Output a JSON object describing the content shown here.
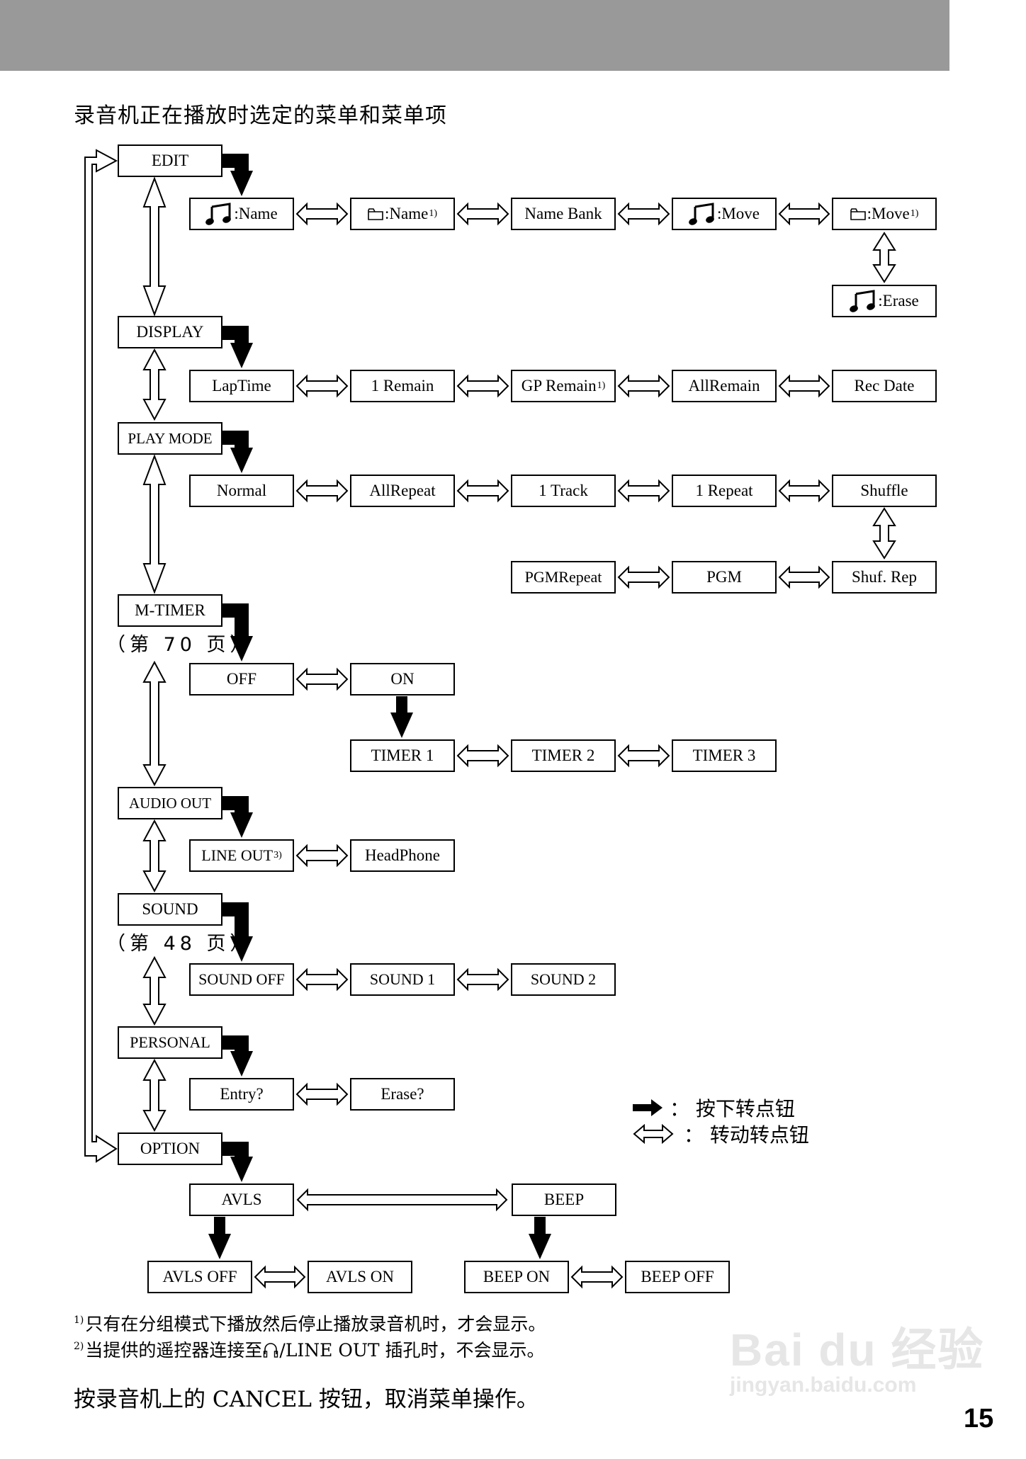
{
  "page": {
    "title": "录音机正在播放时选定的菜单和菜单项",
    "page_number": "15",
    "watermark": {
      "brand": "Bai du 经验",
      "url": "jingyan.baidu.com"
    }
  },
  "icons": {
    "music_note": "music-note-icon",
    "folder": "folder-icon",
    "press_arrow": "press-arrow-icon",
    "turn_arrow": "turn-double-arrow-icon",
    "headphone": "headphone-icon"
  },
  "menus": {
    "edit": {
      "label": "EDIT",
      "items": [
        {
          "label": ":Name",
          "icon": "music_note"
        },
        {
          "label": ":Name",
          "icon": "folder",
          "note": "1)"
        },
        {
          "label": "Name Bank"
        },
        {
          "label": ":Move",
          "icon": "music_note"
        },
        {
          "label": ":Move",
          "icon": "folder",
          "note": "1)"
        },
        {
          "label": ":Erase",
          "icon": "music_note"
        }
      ]
    },
    "display": {
      "label": "DISPLAY",
      "items": [
        {
          "label": "LapTime"
        },
        {
          "label": "1 Remain"
        },
        {
          "label": "GP Remain",
          "note": "1)"
        },
        {
          "label": "AllRemain"
        },
        {
          "label": "Rec Date"
        }
      ]
    },
    "play_mode": {
      "label": "PLAY MODE",
      "items": [
        {
          "label": "Normal"
        },
        {
          "label": "AllRepeat"
        },
        {
          "label": "1 Track"
        },
        {
          "label": "1 Repeat"
        },
        {
          "label": "Shuffle"
        },
        {
          "label": "Shuf. Rep"
        },
        {
          "label": "PGM"
        },
        {
          "label": "PGMRepeat"
        }
      ]
    },
    "m_timer": {
      "label": "M-TIMER",
      "page_ref": "（第 70 页）",
      "items": [
        {
          "label": "OFF"
        },
        {
          "label": "ON"
        },
        {
          "label": "TIMER 1"
        },
        {
          "label": "TIMER 2"
        },
        {
          "label": "TIMER 3"
        }
      ]
    },
    "audio_out": {
      "label": "AUDIO OUT",
      "items": [
        {
          "label": "LINE OUT",
          "note": "3)"
        },
        {
          "label": "HeadPhone"
        }
      ]
    },
    "sound": {
      "label": "SOUND",
      "page_ref": "（第 48 页）",
      "items": [
        {
          "label": "SOUND OFF"
        },
        {
          "label": "SOUND 1"
        },
        {
          "label": "SOUND 2"
        }
      ]
    },
    "personal": {
      "label": "PERSONAL",
      "items": [
        {
          "label": "Entry?"
        },
        {
          "label": "Erase?"
        }
      ]
    },
    "option": {
      "label": "OPTION",
      "items": [
        {
          "label": "AVLS"
        },
        {
          "label": "BEEP"
        },
        {
          "label": "AVLS OFF"
        },
        {
          "label": "AVLS ON"
        },
        {
          "label": "BEEP ON"
        },
        {
          "label": "BEEP OFF"
        }
      ]
    }
  },
  "legend": {
    "press": "：  按下转点钮",
    "turn": "：  转动转点钮"
  },
  "footnotes": [
    {
      "mark": "1)",
      "text": "只有在分组模式下播放然后停止播放录音机时，才会显示。"
    },
    {
      "mark": "2)",
      "text_before": "当提供的遥控器连接至",
      "text_after": "/LINE OUT 插孔时，不会显示。"
    }
  ],
  "cancel_note": "按录音机上的 CANCEL 按钮，取消菜单操作。"
}
